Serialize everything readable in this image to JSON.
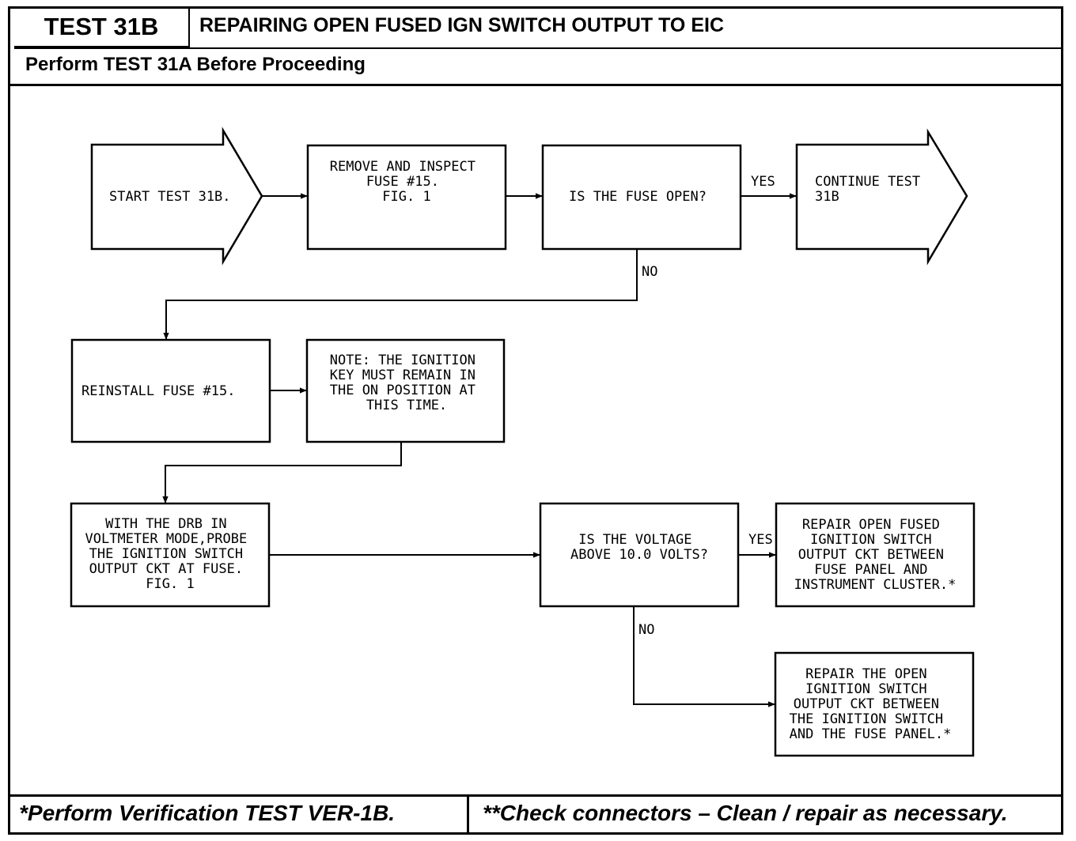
{
  "header": {
    "test_label": "TEST 31B",
    "title": "REPAIRING OPEN FUSED IGN SWITCH OUTPUT TO EIC",
    "subtitle": "Perform TEST 31A Before Proceeding"
  },
  "flow": {
    "start": [
      "START TEST 31B."
    ],
    "remove_inspect": [
      "REMOVE AND INSPECT",
      "FUSE #15.",
      "",
      "FIG. 1"
    ],
    "fuse_open_q": [
      "IS THE FUSE OPEN?"
    ],
    "yes1": "YES",
    "continue": [
      "CONTINUE TEST",
      "31B"
    ],
    "no1": "NO",
    "reinstall": [
      "REINSTALL FUSE #15."
    ],
    "note": [
      "NOTE: THE IGNITION",
      "KEY MUST REMAIN IN",
      "THE ON POSITION AT",
      "THIS TIME."
    ],
    "probe": [
      "WITH THE DRB IN",
      "VOLTMETER MODE,PROBE",
      "THE IGNITION SWITCH",
      "OUTPUT CKT AT FUSE.",
      "FIG. 1"
    ],
    "voltage_q": [
      "IS THE VOLTAGE",
      "ABOVE 10.0 VOLTS?"
    ],
    "yes2": "YES",
    "repair1": [
      "REPAIR OPEN FUSED",
      "IGNITION SWITCH",
      "OUTPUT CKT BETWEEN",
      "FUSE PANEL AND",
      "INSTRUMENT CLUSTER.*"
    ],
    "no2": "NO",
    "repair2": [
      "REPAIR THE OPEN",
      "IGNITION SWITCH",
      "OUTPUT CKT BETWEEN",
      "THE IGNITION SWITCH",
      "AND THE FUSE PANEL.*"
    ]
  },
  "footer": {
    "left": "*Perform Verification TEST VER-1B.",
    "right": "**Check connectors – Clean / repair as necessary."
  }
}
